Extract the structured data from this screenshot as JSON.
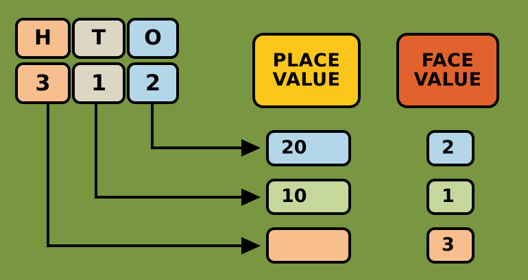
{
  "background_color": "#789740",
  "palette": {
    "orange": "#F7BE8E",
    "beige": "#DCD7C3",
    "blue": "#B3D7E8",
    "green": "#C6D79C",
    "yellow": "#FBC61B",
    "red_orange": "#E1622C",
    "outline": "#000000"
  },
  "place_chart": {
    "headers": [
      {
        "label": "H",
        "color": "#F7BE8E"
      },
      {
        "label": "T",
        "color": "#DCD7C3"
      },
      {
        "label": "O",
        "color": "#B3D7E8"
      }
    ],
    "digits": [
      {
        "label": "3",
        "color": "#F7BE8E"
      },
      {
        "label": "1",
        "color": "#DCD7C3"
      },
      {
        "label": "2",
        "color": "#B3D7E8"
      }
    ]
  },
  "columns": {
    "place_value": {
      "title_line1": "PLACE",
      "title_line2": "VALUE",
      "title_color": "#FBC61B",
      "entries": [
        {
          "label": "20",
          "color": "#B3D7E8"
        },
        {
          "label": "10",
          "color": "#C6D79C"
        },
        {
          "label": "",
          "color": "#F7BE8E"
        }
      ]
    },
    "face_value": {
      "title_line1": "FACE",
      "title_line2": "VALUE",
      "title_color": "#E1622C",
      "entries": [
        {
          "label": "2",
          "color": "#B3D7E8"
        },
        {
          "label": "1",
          "color": "#C6D79C"
        },
        {
          "label": "3",
          "color": "#F7BE8E"
        }
      ]
    }
  },
  "connectors": [
    {
      "from_digit": "2",
      "to_value": "20"
    },
    {
      "from_digit": "1",
      "to_value": "10"
    },
    {
      "from_digit": "3",
      "to_value": ""
    }
  ]
}
